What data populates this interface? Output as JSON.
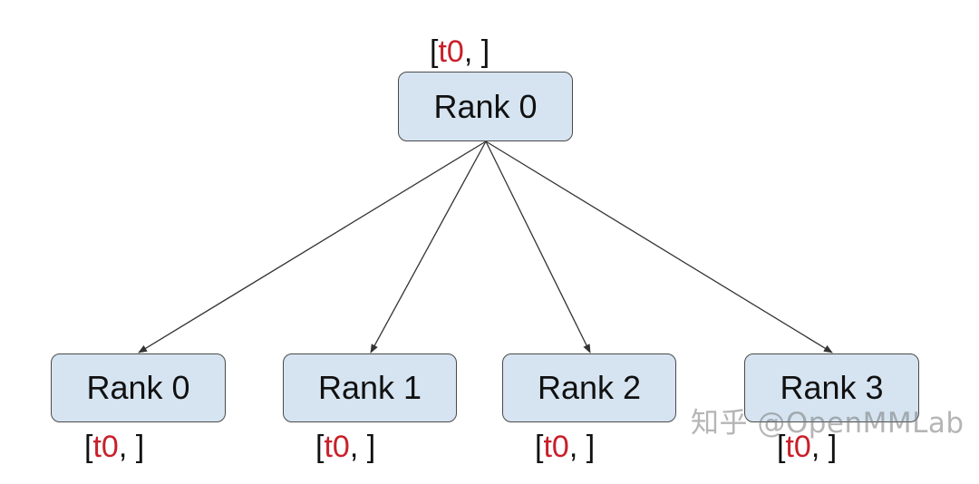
{
  "diagram": {
    "root": {
      "label": "Rank 0",
      "buffer": {
        "open": "[",
        "value": "t0",
        "rest": ", ]"
      }
    },
    "children": [
      {
        "label": "Rank 0",
        "buffer": {
          "open": "[",
          "value": "t0",
          "rest": ", ]"
        }
      },
      {
        "label": "Rank 1",
        "buffer": {
          "open": "[",
          "value": "t0",
          "rest": ", ]"
        }
      },
      {
        "label": "Rank 2",
        "buffer": {
          "open": "[",
          "value": "t0",
          "rest": ", ]"
        }
      },
      {
        "label": "Rank 3",
        "buffer": {
          "open": "[",
          "value": "t0",
          "rest": ", ]"
        }
      }
    ]
  },
  "watermark": "知乎 @OpenMMLab",
  "colors": {
    "node_fill": "#d6e4f1",
    "node_border": "#4a4a4a",
    "highlight": "#c8202a",
    "edge": "#333333"
  }
}
